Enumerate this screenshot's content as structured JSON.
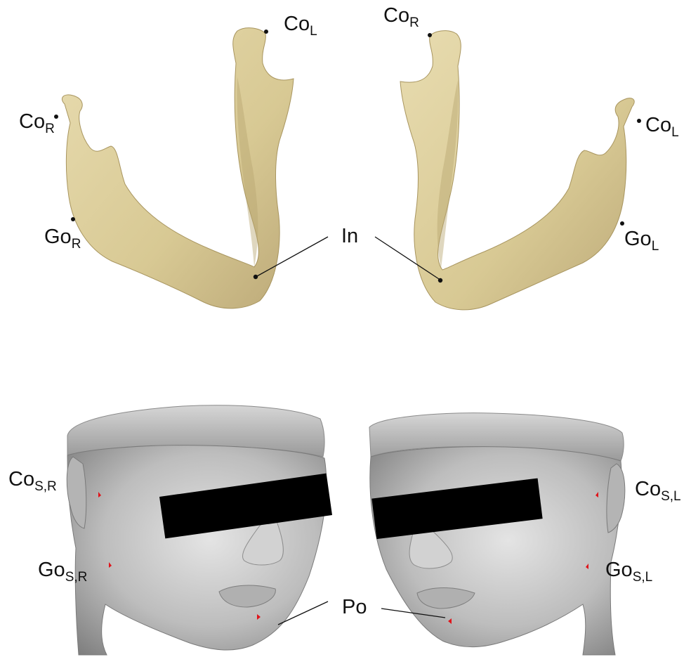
{
  "labels": {
    "co_l_top_left": {
      "base": "Co",
      "sub": "L"
    },
    "co_r_top_right": {
      "base": "Co",
      "sub": "R"
    },
    "co_r_left": {
      "base": "Co",
      "sub": "R"
    },
    "co_l_right": {
      "base": "Co",
      "sub": "L"
    },
    "go_r": {
      "base": "Go",
      "sub": "R"
    },
    "go_l": {
      "base": "Go",
      "sub": "L"
    },
    "in": "In",
    "co_s_r": {
      "base": "Co",
      "sub": "S,R"
    },
    "co_s_l": {
      "base": "Co",
      "sub": "S,L"
    },
    "go_s_r": {
      "base": "Go",
      "sub": "S,R"
    },
    "go_s_l": {
      "base": "Go",
      "sub": "S,L"
    },
    "po": "Po"
  },
  "colors": {
    "bone": "#ddcfa0",
    "bone_shadow": "#b8a676",
    "skin": "#c8c8c8",
    "skin_shadow": "#8e8e8e",
    "landmark_bone": "#111111",
    "landmark_face": "#e0141a",
    "censor_bar": "#000000"
  }
}
